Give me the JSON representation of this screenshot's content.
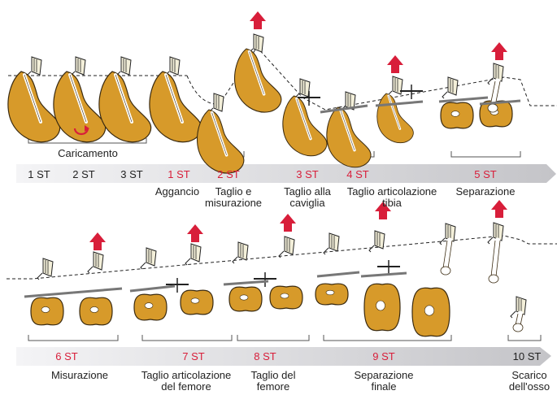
{
  "colors": {
    "accent_red": "#d81e3a",
    "meat": "#d79a2a",
    "meat_outline": "#3a2a10",
    "band_start": "#f0f0f2",
    "band_end": "#c8c8cc",
    "line": "#222222"
  },
  "row1": {
    "group_label": "Caricamento",
    "rotate_icon": "rotate-arrow-icon",
    "stations": [
      {
        "code": "1 ST",
        "color": "black",
        "label": ""
      },
      {
        "code": "2 ST",
        "color": "black",
        "label": ""
      },
      {
        "code": "3 ST",
        "color": "black",
        "label": ""
      },
      {
        "code": "1 ST",
        "color": "red",
        "label": "Aggancio"
      },
      {
        "code": "2 ST",
        "color": "red",
        "label": "Taglio e\nmisurazione"
      },
      {
        "code": "3 ST",
        "color": "red",
        "label": "Taglio alla\ncaviglia"
      },
      {
        "code": "4 ST",
        "color": "red",
        "label": "Taglio articolazione\ntibia"
      },
      {
        "code": "5 ST",
        "color": "red",
        "label": "Separazione"
      }
    ]
  },
  "row2": {
    "stations": [
      {
        "code": "6 ST",
        "color": "red",
        "label": "Misurazione"
      },
      {
        "code": "7 ST",
        "color": "red",
        "label": "Taglio articolazione\ndel femore"
      },
      {
        "code": "8 ST",
        "color": "red",
        "label": "Taglio del\nfemore"
      },
      {
        "code": "9 ST",
        "color": "red",
        "label": "Separazione\nfinale"
      },
      {
        "code": "10 ST",
        "color": "black",
        "label": "Scarico\ndell'osso"
      }
    ]
  }
}
